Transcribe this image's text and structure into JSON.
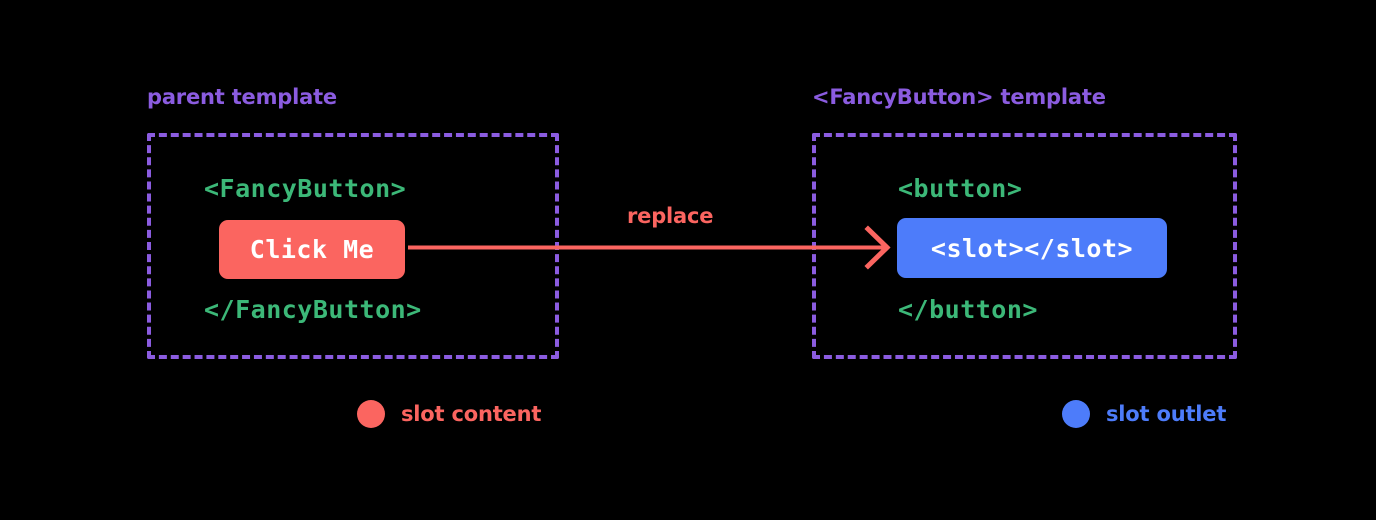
{
  "diagram": {
    "background_color": "#000000",
    "panels": [
      {
        "caption": "parent template",
        "caption_color": "#8b5ce0",
        "border_color": "#8b5ce0",
        "open_tag": "<FancyButton>",
        "close_tag": "</FancyButton>",
        "tag_color": "#3cb878",
        "chip_text": "Click Me",
        "chip_color": "#fb6560",
        "chip_text_color": "#ffffff"
      },
      {
        "caption": "<FancyButton> template",
        "caption_color": "#8b5ce0",
        "border_color": "#8b5ce0",
        "open_tag": "<button>",
        "close_tag": "</button>",
        "tag_color": "#3cb878",
        "chip_text": "<slot></slot>",
        "chip_color": "#4d7cfa",
        "chip_text_color": "#ffffff"
      }
    ],
    "arrow": {
      "label": "replace",
      "color": "#fb6560",
      "direction": "left-to-right",
      "icon": "arrow-right-icon"
    },
    "legend": [
      {
        "label": "slot content",
        "color": "#fb6560",
        "icon": "circle-icon"
      },
      {
        "label": "slot outlet",
        "color": "#4d7cfa",
        "icon": "circle-icon"
      }
    ]
  }
}
